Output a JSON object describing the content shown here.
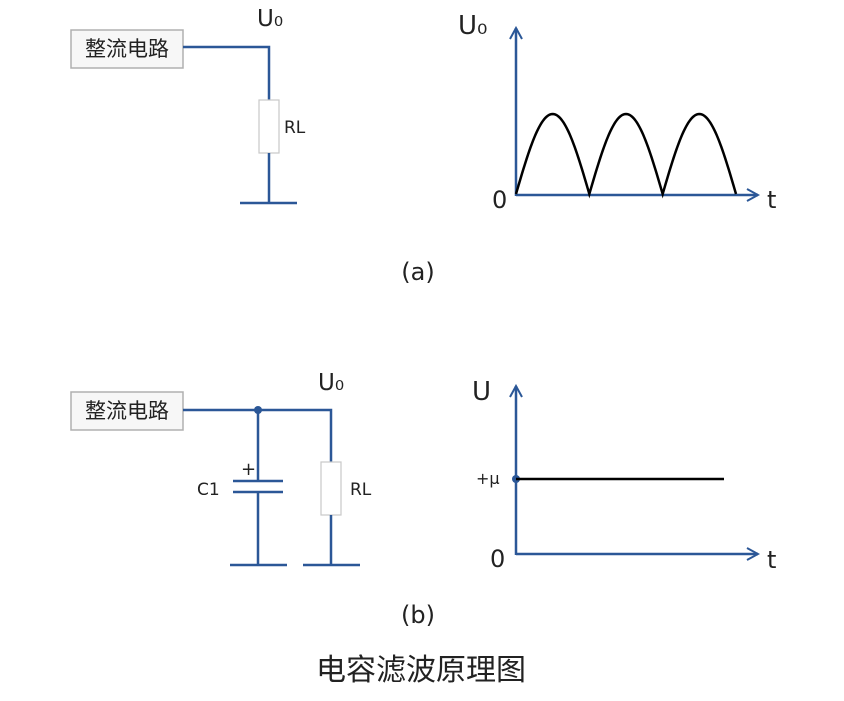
{
  "figure_title": "电容滤波原理图",
  "panel_a": {
    "caption": "(a)",
    "circuit": {
      "rectifier_label": "整流电路",
      "output_label": "U₀",
      "resistor_label": "RL"
    },
    "graph": {
      "y_label": "U₀",
      "x_label": "t",
      "origin_label": "0",
      "waveform": "full-wave rectified sine"
    }
  },
  "panel_b": {
    "caption": "(b)",
    "circuit": {
      "rectifier_label": "整流电路",
      "output_label": "U₀",
      "capacitor_label": "C1",
      "capacitor_polarity": "+",
      "resistor_label": "RL"
    },
    "graph": {
      "y_label": "U",
      "x_label": "t",
      "origin_label": "0",
      "level_label": "+μ",
      "waveform": "constant DC level"
    }
  },
  "colors": {
    "wire": "#2b5797",
    "waveform": "#000000"
  }
}
